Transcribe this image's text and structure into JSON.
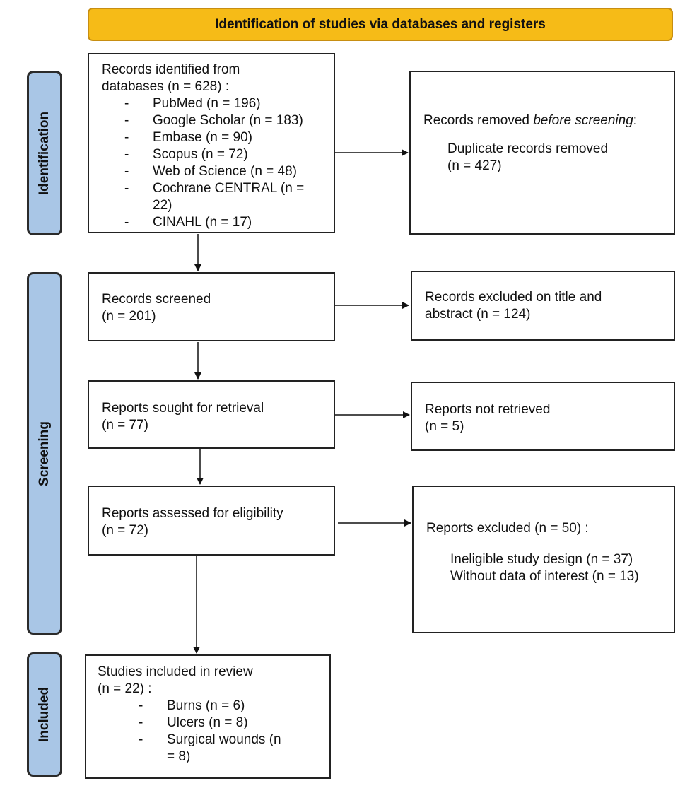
{
  "header": {
    "title": "Identification of studies via databases and registers"
  },
  "stages": {
    "identification": "Identification",
    "screening": "Screening",
    "included": "Included"
  },
  "identified": {
    "line1": "Records identified from",
    "line2": "databases (n = 628) :",
    "dash": "-",
    "sources": [
      {
        "label": "PubMed (n = 196)"
      },
      {
        "label": "Google Scholar (n = 183)"
      },
      {
        "label": "Embase (n = 90)"
      },
      {
        "label": "Scopus (n = 72)"
      },
      {
        "label": "Web of Science (n = 48)"
      },
      {
        "label": "Cochrane CENTRAL (n = 22)"
      },
      {
        "label": "CINAHL (n = 17)"
      }
    ]
  },
  "removed": {
    "title_prefix": "Records removed ",
    "title_italic": "before screening",
    "title_suffix": ":",
    "line1": "Duplicate records removed",
    "line2": "(n = 427)"
  },
  "screened": {
    "line1": "Records screened",
    "line2": "(n = 201)"
  },
  "excluded_title": {
    "line1": "Records excluded on title and",
    "line2": "abstract (n = 124)"
  },
  "sought": {
    "line1": "Reports sought for retrieval",
    "line2": "(n = 77)"
  },
  "not_retrieved": {
    "line1": "Reports not retrieved",
    "line2": "(n = 5)"
  },
  "assessed": {
    "line1": "Reports assessed for eligibility",
    "line2": "(n = 72)"
  },
  "reports_excluded": {
    "title": "Reports excluded (n = 50) :",
    "reason1": "Ineligible study design (n = 37)",
    "reason2": "Without data of interest (n = 13)"
  },
  "included": {
    "line1": "Studies included in review",
    "line2": "(n = 22) :",
    "dash": "-",
    "items": [
      {
        "label": "Burns (n = 6)"
      },
      {
        "label": "Ulcers (n = 8)"
      },
      {
        "label": "Surgical wounds (n = 8)"
      }
    ]
  }
}
